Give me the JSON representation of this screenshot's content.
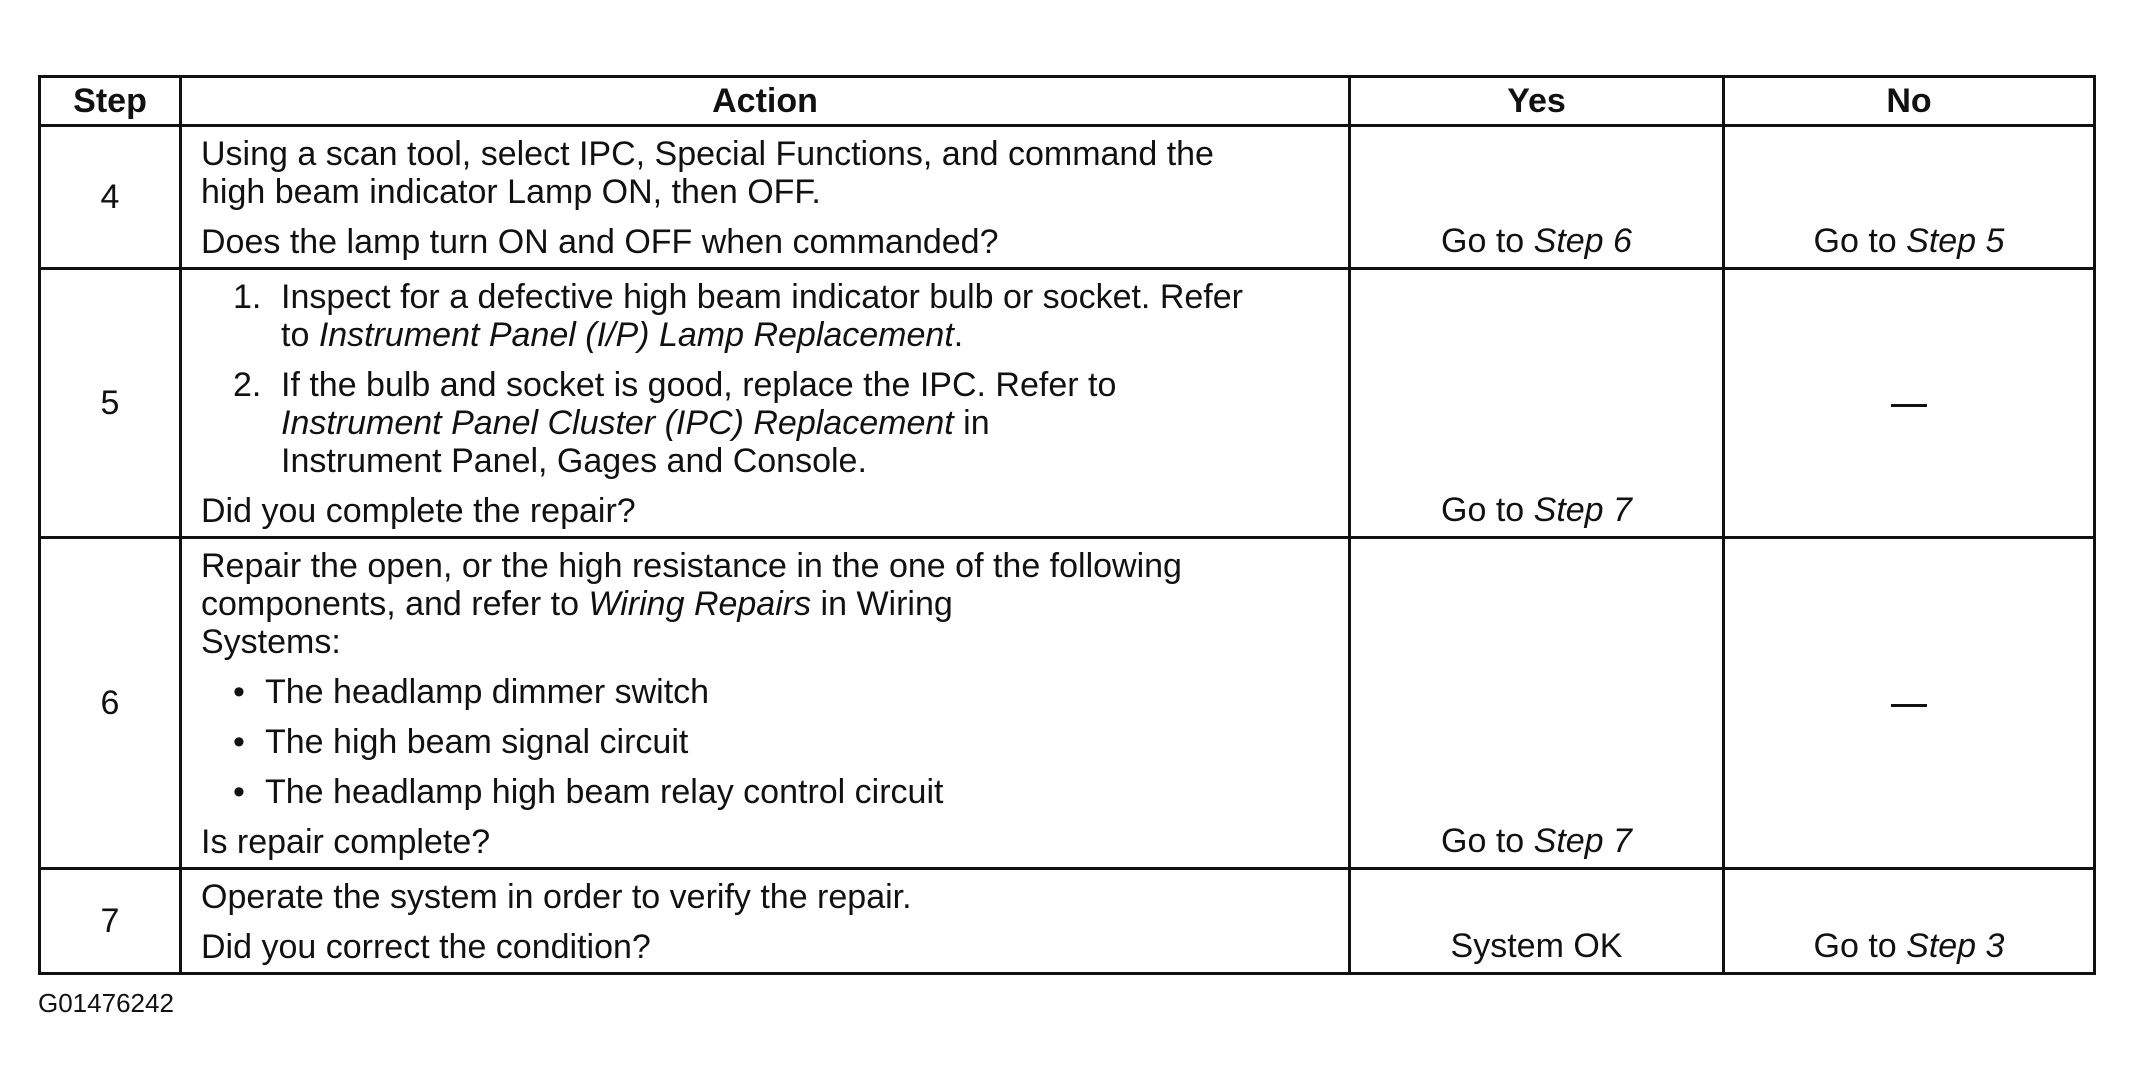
{
  "headers": {
    "step": "Step",
    "action": "Action",
    "yes": "Yes",
    "no": "No"
  },
  "rows": [
    {
      "step": "4",
      "text1a": "Using a scan tool, select IPC, Special Functions, and command the",
      "text1b": "high beam indicator Lamp ON, then OFF.",
      "question": "Does the lamp turn ON and OFF when commanded?",
      "yes_prefix": "Go to ",
      "yes_ref": "Step 6",
      "no_prefix": "Go to ",
      "no_ref": "Step 5"
    },
    {
      "step": "5",
      "item1_num": "1.",
      "item1_a": "Inspect for a defective high beam indicator bulb or socket. Refer",
      "item1_b_pre": "to ",
      "item1_b_ref": "Instrument Panel (I/P) Lamp Replacement",
      "item1_b_post": ".",
      "item2_num": "2.",
      "item2_a": "If the bulb and socket is good, replace the IPC. Refer to",
      "item2_b_ref": "Instrument Panel Cluster (IPC) Replacement",
      "item2_b_post": " in",
      "item2_c": "Instrument Panel, Gages and Console.",
      "question": "Did you complete the repair?",
      "yes_prefix": "Go to ",
      "yes_ref": "Step 7",
      "no": "—"
    },
    {
      "step": "6",
      "text1a": "Repair the open, or the high resistance in the one of the following",
      "text1b_pre": "components, and refer to ",
      "text1b_ref": "Wiring Repairs",
      "text1b_post": " in Wiring",
      "text1c": "Systems:",
      "bullet": "•",
      "bullets": [
        "The headlamp dimmer switch",
        "The high beam signal circuit",
        "The headlamp high beam relay control circuit"
      ],
      "question": "Is repair complete?",
      "yes_prefix": "Go to ",
      "yes_ref": "Step 7",
      "no": "—"
    },
    {
      "step": "7",
      "text1": "Operate the system in order to verify the repair.",
      "question": "Did you correct the condition?",
      "yes": "System OK",
      "no_prefix": "Go to ",
      "no_ref": "Step 3"
    }
  ],
  "figure_code": "G01476242"
}
